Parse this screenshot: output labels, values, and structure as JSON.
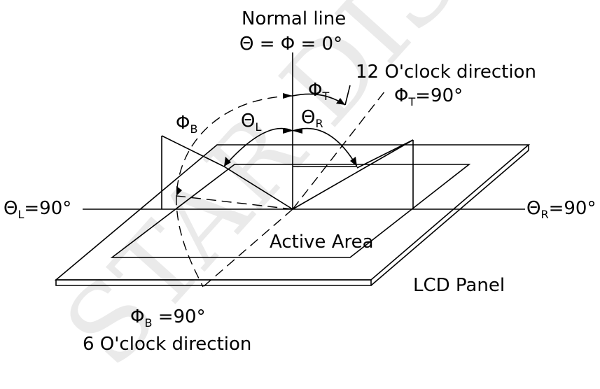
{
  "watermark": "STAR DISPLAY",
  "labels": {
    "normal_line": "Normal line",
    "normal_angles": "Θ = Φ = 0°",
    "twelve_oclock": "12 O'clock direction",
    "phi_t_equals": "Φ",
    "phi_t_sub": "T",
    "phi_t_value": "=90°",
    "phi_t_small": "Φ",
    "phi_t_small_sub": "T",
    "phi_b_small": "Φ",
    "phi_b_small_sub": "B",
    "theta_l_small": "Θ",
    "theta_l_small_sub": "L",
    "theta_r_small": "Θ",
    "theta_r_small_sub": "R",
    "theta_l_full": "Θ",
    "theta_l_full_sub": "L",
    "theta_l_value": "=90°",
    "theta_r_full": "Θ",
    "theta_r_full_sub": "R",
    "theta_r_value": "=90°",
    "active_area": "Active Area",
    "lcd_panel": "LCD Panel",
    "phi_b_full": "Φ",
    "phi_b_full_sub": "B",
    "phi_b_value": "=90°",
    "six_oclock": "6 O'clock direction"
  }
}
